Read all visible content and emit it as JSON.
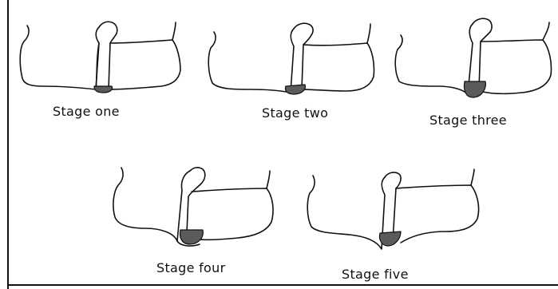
{
  "figure": {
    "stages": [
      {
        "caption": "Stage one"
      },
      {
        "caption": "Stage two"
      },
      {
        "caption": "Stage three"
      },
      {
        "caption": "Stage four"
      },
      {
        "caption": "Stage five"
      }
    ]
  },
  "colors": {
    "line": "#111111",
    "shading": "#5b5b5b",
    "background": "#ffffff"
  }
}
